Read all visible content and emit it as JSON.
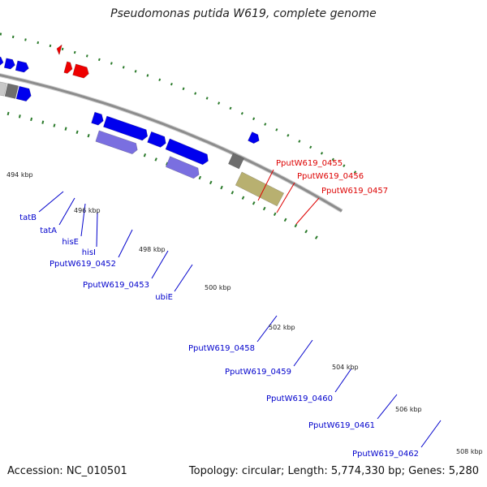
{
  "title": "Pseudomonas putida W619, complete genome",
  "footer": {
    "accession": "Accession: NC_010501",
    "summary": "Topology: circular; Length: 5,774,330 bp; Genes: 5,280"
  },
  "colors": {
    "backbone": "#8c8c8c",
    "forward_gene": "#0000ee",
    "label_blue": "#0000cc",
    "label_red": "#dd0000",
    "red_gene": "#ee0000",
    "tick": "#2a7a2a",
    "gray_gene": "#6e6e6e",
    "light_gray_gene": "#c8c8c8",
    "lime_gene": "#99ee44",
    "steel_blue_gene": "#3f7fbf",
    "lavender_gene": "#7a6fe0",
    "khaki_gene": "#b8b070"
  },
  "ruler_labels": [
    "494 kbp",
    "496 kbp",
    "498 kbp",
    "500 kbp",
    "502 kbp",
    "504 kbp",
    "506 kbp",
    "508 kbp"
  ],
  "gene_labels": {
    "blue": [
      "tatB",
      "tatA",
      "hisE",
      "hisI",
      "PputW619_0452",
      "PputW619_0453",
      "ubiE",
      "PputW619_0458",
      "PputW619_0459",
      "PputW619_0460",
      "PputW619_0461",
      "PputW619_0462"
    ],
    "red": [
      "PputW619_0455",
      "PputW619_0456",
      "PputW619_0457"
    ]
  }
}
